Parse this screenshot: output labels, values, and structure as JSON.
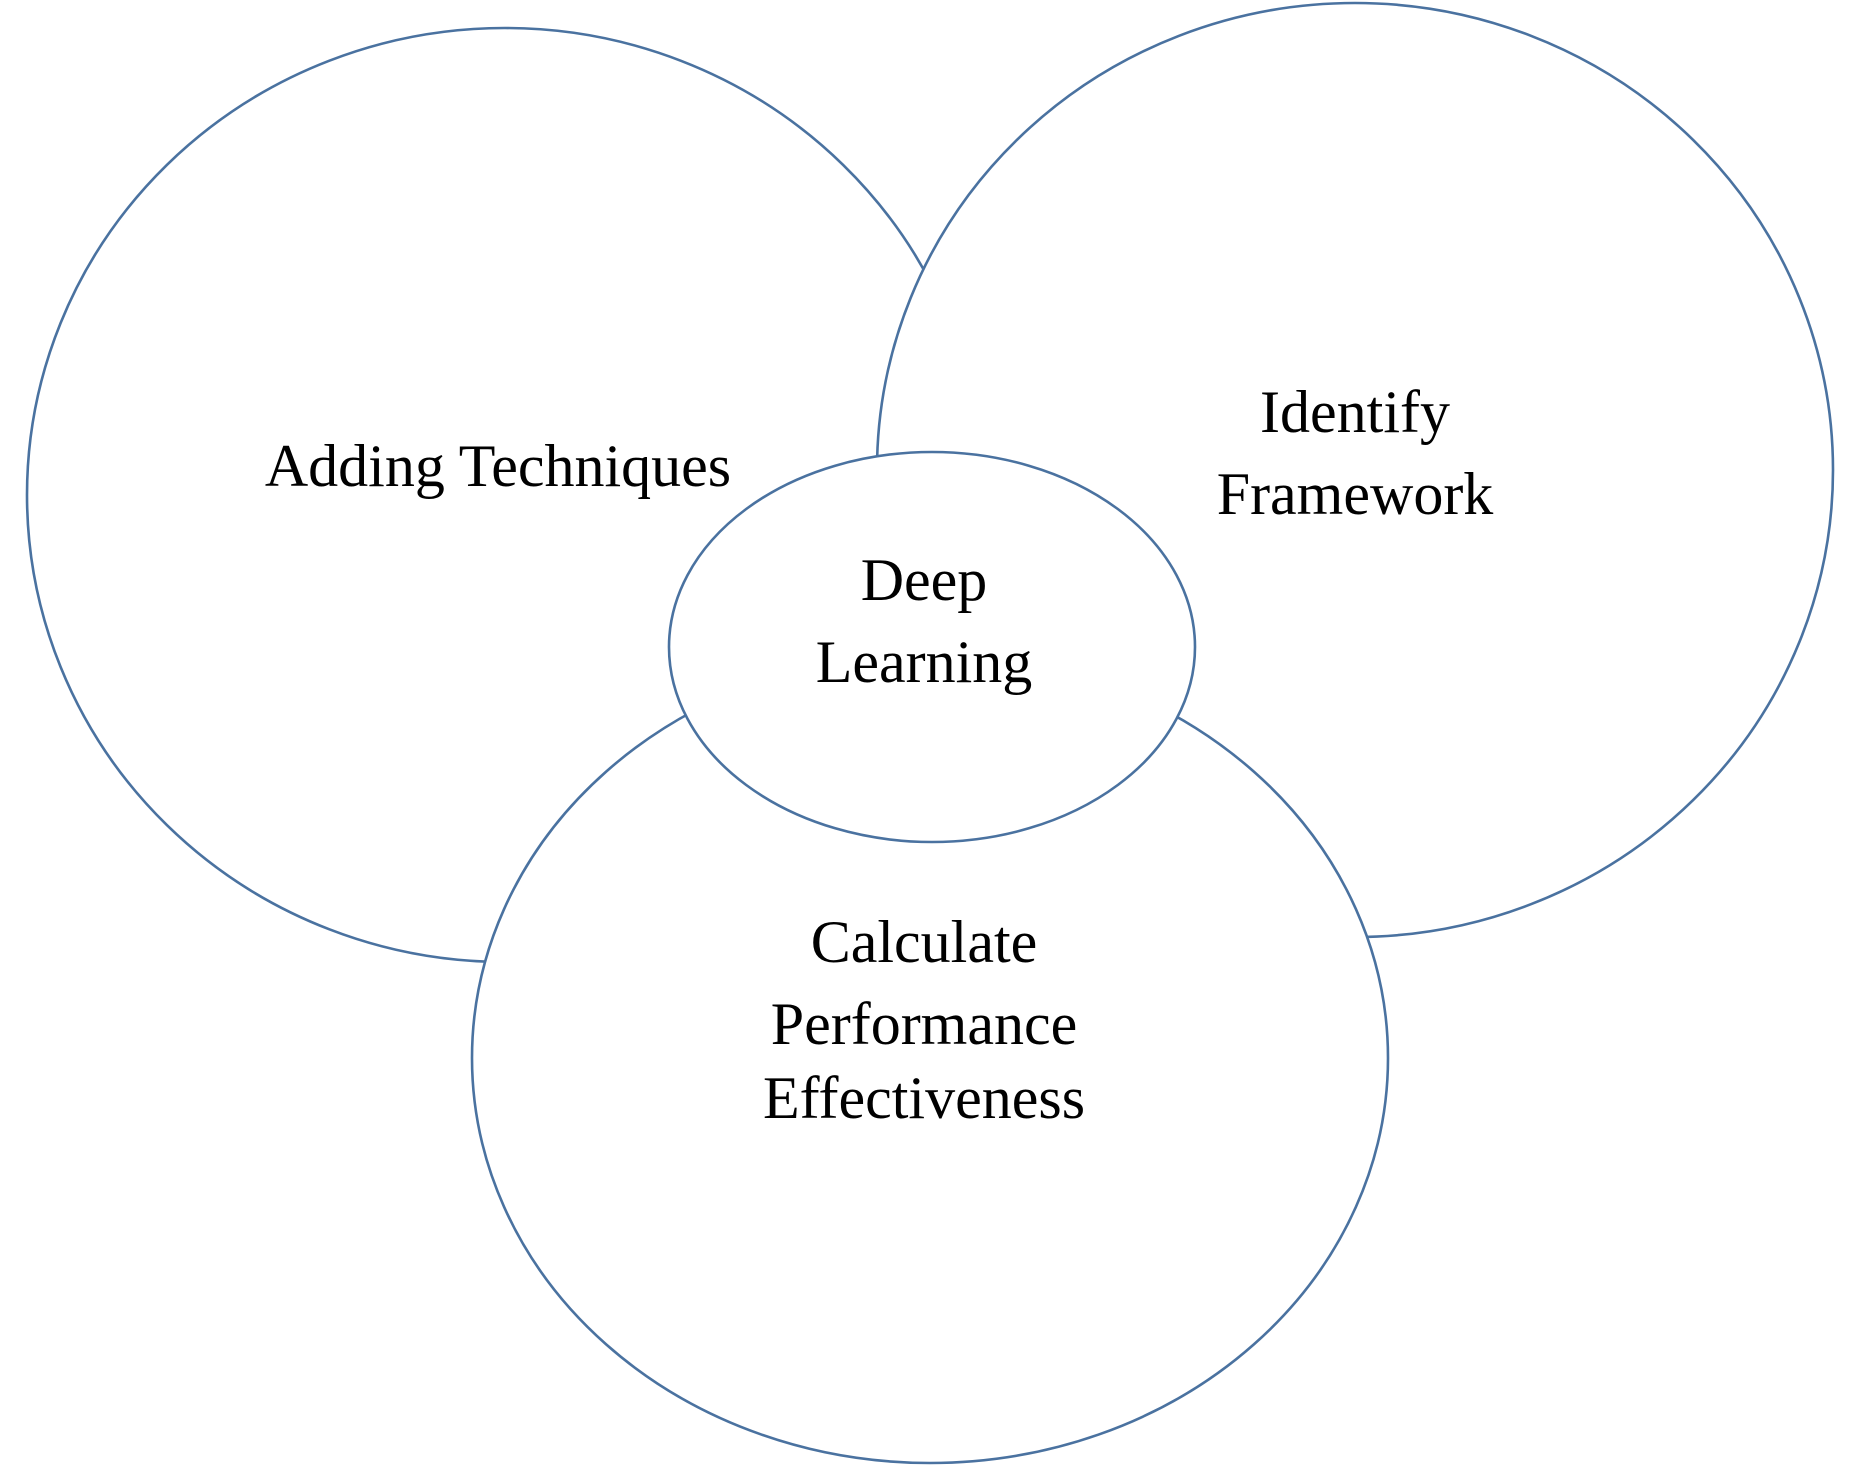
{
  "colors": {
    "stroke": "#4a72a0",
    "background": "#ffffff",
    "text": "#000000"
  },
  "nodes": {
    "adding": {
      "line1": "Adding Techniques"
    },
    "identify": {
      "line1": "Identify",
      "line2": "Framework"
    },
    "calculate": {
      "line1": "Calculate",
      "line2": "Performance",
      "line3": "Effectiveness"
    },
    "center": {
      "line1": "Deep",
      "line2": "Learning"
    }
  }
}
